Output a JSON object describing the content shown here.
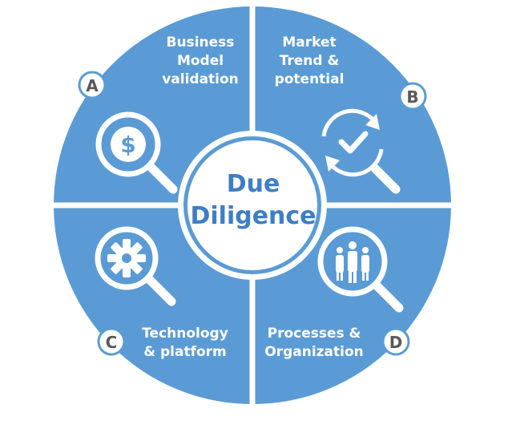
{
  "center": {
    "line1": "Due",
    "line2": "Diligence"
  },
  "segments": [
    {
      "letter": "A",
      "lines": [
        "Business",
        "Model",
        "validation"
      ],
      "icon": "dollar-magnifier-icon"
    },
    {
      "letter": "B",
      "lines": [
        "Market",
        "Trend &",
        "potential"
      ],
      "icon": "refresh-check-magnifier-icon"
    },
    {
      "letter": "C",
      "lines": [
        "Technology",
        "& platform"
      ],
      "icon": "gear-magnifier-icon"
    },
    {
      "letter": "D",
      "lines": [
        "Processes &",
        "Organization"
      ],
      "icon": "people-magnifier-icon"
    }
  ],
  "colors": {
    "segment": "#5b9bd5",
    "segment_dark": "#4a86c5",
    "text": "#ffffff",
    "center_text": "#3f7ec4",
    "badge_border": "#5b9bd5",
    "badge_text": "#5a5a5a"
  }
}
